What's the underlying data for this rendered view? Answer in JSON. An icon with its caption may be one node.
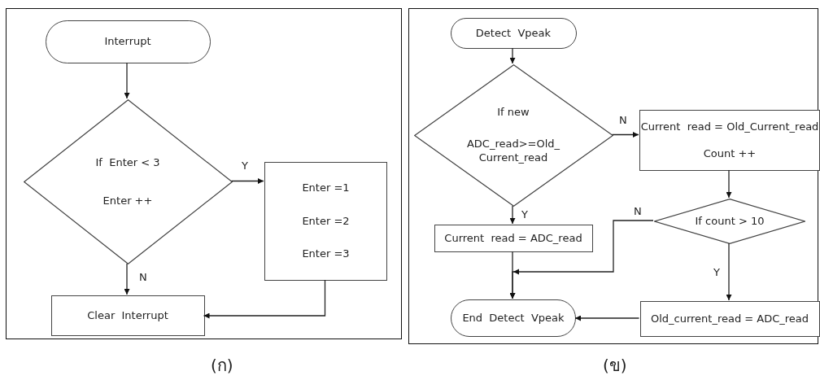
{
  "diagram": {
    "nodes": [
      {
        "text": [],
        "shape": "box",
        "beside": [
          "(ก)"
        ]
      },
      {
        "text": [
          "Interrupt"
        ],
        "in": 0
      },
      {
        "text": [
          "If  Enter < 3",
          "Enter ++"
        ],
        "in": 0
      },
      {
        "text": [
          "Enter =1",
          "Enter =2",
          "Enter =3"
        ],
        "in": 0
      },
      {
        "text": [
          "Clear  Interrupt"
        ],
        "in": 0
      },
      {
        "text": [],
        "shape": "box",
        "beside": [
          "(ข)"
        ]
      },
      {
        "text": [
          "Detect  Vpeak"
        ],
        "in": 5
      },
      {
        "text": [
          "If new",
          "ADC_read>=Old_ Current_read"
        ],
        "in": 5
      },
      {
        "text": [
          "Current  read = Old_Current_read",
          "Count ++"
        ],
        "in": 5
      },
      {
        "text": [
          "Current  read = ADC_read"
        ],
        "in": 5
      },
      {
        "text": [
          "If count > 10"
        ],
        "in": 5
      },
      {
        "text": [
          "Old_current_read = ADC_read"
        ],
        "in": 5
      },
      {
        "text": [
          "End  Detect  Vpeak"
        ],
        "in": 5
      }
    ],
    "edges": [
      {
        "from": 1,
        "to": 2,
        "arrow": "to"
      },
      {
        "from": 2,
        "to": 3,
        "arrow": "to",
        "label": "Y"
      },
      {
        "from": 2,
        "to": 4,
        "arrow": "to",
        "label": "N"
      },
      {
        "from": 3,
        "to": 4,
        "arrow": "to"
      },
      {
        "from": 6,
        "to": 7,
        "arrow": "to"
      },
      {
        "from": 7,
        "to": 8,
        "arrow": "to",
        "label": "N"
      },
      {
        "from": 7,
        "to": 9,
        "arrow": "to",
        "label": "Y"
      },
      {
        "from": 8,
        "to": 10,
        "arrow": "to"
      },
      {
        "from": 10,
        "to": 12,
        "arrow": "to",
        "label": "N"
      },
      {
        "from": 10,
        "to": 11,
        "arrow": "to",
        "label": "Y"
      },
      {
        "from": 9,
        "to": 12,
        "arrow": "to"
      },
      {
        "from": 11,
        "to": 12,
        "arrow": "to"
      }
    ]
  }
}
